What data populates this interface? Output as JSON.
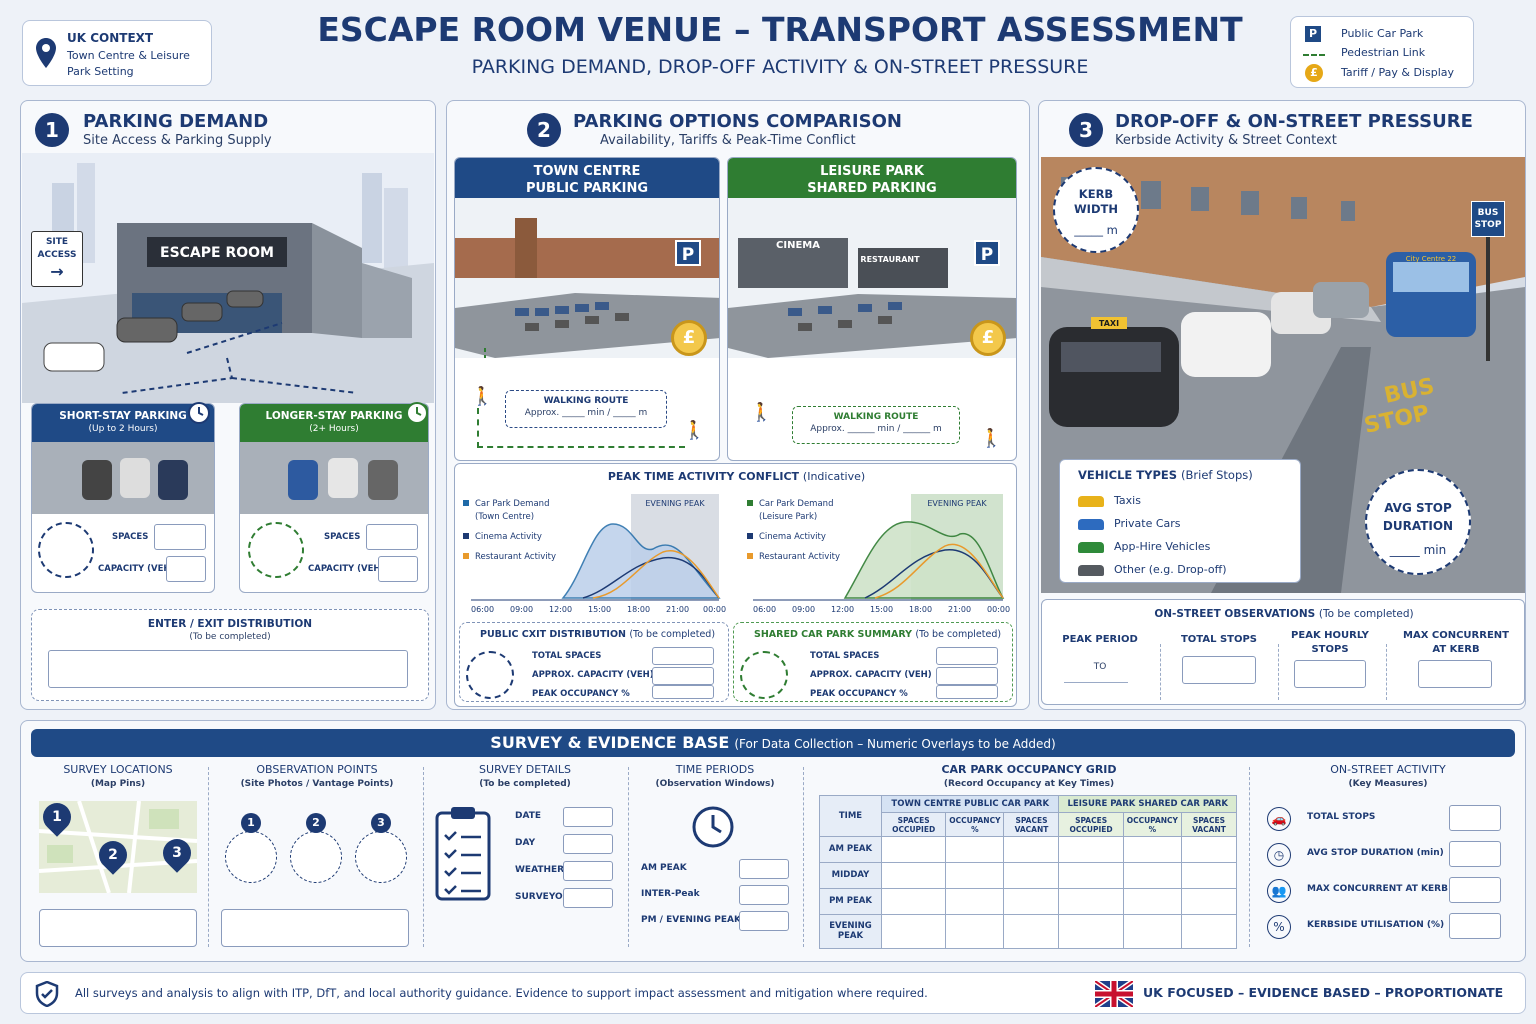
{
  "header": {
    "title": "ESCAPE ROOM VENUE – TRANSPORT ASSESSMENT",
    "subtitle": "PARKING DEMAND, DROP-OFF ACTIVITY & ON-STREET PRESSURE"
  },
  "context": {
    "title": "UK CONTEXT",
    "line1": "Town Centre & Leisure",
    "line2": "Park Setting"
  },
  "legend": [
    {
      "icon": "P",
      "label": "Public Car Park"
    },
    {
      "icon": "dash",
      "label": "Pedestrian Link"
    },
    {
      "icon": "£",
      "label": "Tariff / Pay & Display"
    }
  ],
  "section1": {
    "number": "1",
    "title": "PARKING DEMAND",
    "subtitle": "Site Access & Parking Supply",
    "building_sign": "ESCAPE ROOM",
    "site_access": "SITE ACCESS",
    "short_stay": {
      "title": "SHORT-STAY PARKING",
      "sub": "(Up to 2 Hours)",
      "spaces": "SPACES",
      "capacity": "CAPACITY (VEH)"
    },
    "long_stay": {
      "title": "LONGER-STAY PARKING",
      "sub": "(2+ Hours)",
      "spaces": "SPACES",
      "capacity": "CAPACITY (VEH)"
    },
    "distribution": {
      "title": "ENTER / EXIT DISTRIBUTION",
      "sub": "(To be completed)"
    }
  },
  "section2": {
    "number": "2",
    "title": "PARKING OPTIONS COMPARISON",
    "subtitle": "Availability, Tariffs & Peak-Time Conflict",
    "town": {
      "title1": "TOWN CENTRE",
      "title2": "PUBLIC PARKING",
      "route_title": "WALKING ROUTE",
      "route_text": "Approx. _____ min / _____ m"
    },
    "leisure": {
      "title1": "LEISURE PARK",
      "title2": "SHARED PARKING",
      "cinema": "CINEMA",
      "restaurant": "RESTAURANT",
      "route_title": "WALKING ROUTE",
      "route_text": "Approx. ______ min / ______ m"
    },
    "peak_title": "PEAK TIME ACTIVITY CONFLICT",
    "peak_note": "(Indicative)",
    "evening_peak": "EVENING PEAK",
    "left_legend": [
      "Car Park Demand",
      "(Town Centre)",
      "Cinema Activity",
      "Restaurant Activity"
    ],
    "right_legend": [
      "Car Park Demand",
      "(Leisure Park)",
      "Cinema Activity",
      "Restaurant Activity"
    ],
    "times": [
      "06:00",
      "09:00",
      "12:00",
      "15:00",
      "18:00",
      "21:00",
      "00:00"
    ],
    "public_summary": {
      "title": "PUBLIC CXIT DISTRIBUTION",
      "note": "(To be completed)",
      "rows": [
        "TOTAL SPACES",
        "APPROX. CAPACITY (VEH)",
        "PEAK OCCUPANCY %"
      ]
    },
    "shared_summary": {
      "title": "SHARED CAR PARK SUMMARY",
      "note": "(To be completed)",
      "rows": [
        "TOTAL SPACES",
        "APPROX. CAPACITY (VEH)",
        "PEAK OCCUPANCY %"
      ]
    }
  },
  "section3": {
    "number": "3",
    "title": "DROP-OFF & ON-STREET PRESSURE",
    "subtitle": "Kerbside Activity & Street Context",
    "kerb_width": {
      "l1": "KERB",
      "l2": "WIDTH",
      "l3": "_____ m"
    },
    "bus_sign": {
      "l1": "BUS",
      "l2": "STOP"
    },
    "road_marking": {
      "l1": "BUS",
      "l2": "STOP"
    },
    "taxi": "TAXI",
    "bus_display": "City Centre  22",
    "vehicle_types": {
      "title": "VEHICLE TYPES",
      "note": "(Brief Stops)",
      "items": [
        "Taxis",
        "Private Cars",
        "App-Hire Vehicles",
        "Other (e.g. Drop-off)"
      ]
    },
    "vehicle_colors": [
      "#e8b21a",
      "#2d6bbf",
      "#2f8a3a",
      "#555a60"
    ],
    "avg_stop": {
      "l1": "AVG STOP",
      "l2": "DURATION",
      "l3": "_____ min"
    },
    "observations": {
      "title": "ON-STREET OBSERVATIONS",
      "note": "(To be completed)",
      "peak_period": "PEAK PERIOD",
      "to": "TO",
      "total_stops": "TOTAL STOPS",
      "peak_hourly1": "PEAK HOURLY",
      "peak_hourly2": "STOPS",
      "max_conc1": "MAX CONCURRENT",
      "max_conc2": "AT KERB"
    }
  },
  "survey": {
    "title": "SURVEY & EVIDENCE BASE",
    "title_note": "(For Data Collection – Numeric Overlays to be Added)",
    "locations": {
      "title": "SURVEY LOCATIONS",
      "sub": "(Map Pins)",
      "pins": [
        "1",
        "2",
        "3"
      ]
    },
    "observation": {
      "title": "OBSERVATION POINTS",
      "sub": "(Site Photos / Vantage Points)",
      "points": [
        "1",
        "2",
        "3"
      ]
    },
    "details": {
      "title": "SURVEY DETAILS",
      "sub": "(To be completed)",
      "rows": [
        "DATE",
        "DAY",
        "WEATHER",
        "SURVEYOR"
      ]
    },
    "periods": {
      "title": "TIME PERIODS",
      "sub": "(Observation Windows)",
      "rows": [
        "AM PEAK",
        "INTER-Peak",
        "PM / EVENING PEAK"
      ]
    },
    "grid": {
      "title": "CAR PARK OCCUPANCY GRID",
      "sub": "(Record Occupancy at Key Times)",
      "time": "TIME",
      "town_head": "TOWN CENTRE PUBLIC CAR PARK",
      "leisure_head": "LEISURE PARK SHARED CAR PARK",
      "cols": [
        "SPACES OCCUPIED",
        "OCCUPANCY %",
        "SPACES VACANT",
        "SPACES OCCUPIED",
        "OCCUPANCY %",
        "SPACES VACANT"
      ],
      "rows": [
        "AM PEAK",
        "MIDDAY",
        "PM PEAK",
        "EVENING PEAK"
      ]
    },
    "onstreet": {
      "title": "ON-STREET ACTIVITY",
      "sub": "(Key Measures)",
      "rows": [
        "TOTAL STOPS",
        "AVG STOP DURATION (min)",
        "MAX CONCURRENT AT KERB",
        "KERBSIDE UTILISATION (%)"
      ]
    }
  },
  "footer": {
    "note": "All surveys and analysis to align with ITP, DfT, and local authority guidance. Evidence to support impact assessment and mitigation where required.",
    "tagline": "UK FOCUSED – EVIDENCE BASED – PROPORTIONATE"
  }
}
